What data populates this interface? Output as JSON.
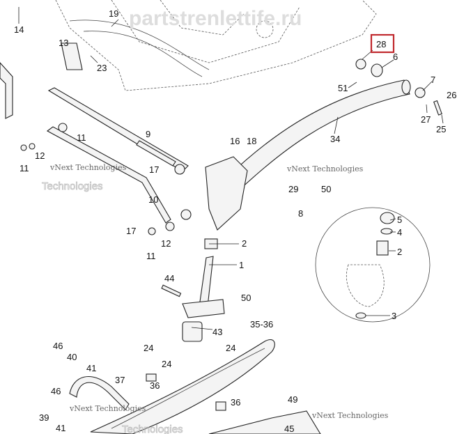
{
  "diagram": {
    "highlight_color": "#c0282d",
    "highlighted_label": "28",
    "labels": [
      "14",
      "19",
      "13",
      "23",
      "28",
      "6",
      "51",
      "7",
      "26",
      "27",
      "25",
      "34",
      "11",
      "11",
      "12",
      "9",
      "17",
      "16",
      "18",
      "10",
      "29",
      "50",
      "8",
      "5",
      "4",
      "2",
      "2",
      "1",
      "17",
      "12",
      "11",
      "44",
      "50",
      "3",
      "43",
      "35-36",
      "24",
      "24",
      "46",
      "40",
      "41",
      "37",
      "24",
      "36",
      "46",
      "39",
      "41",
      "36",
      "49",
      "45"
    ],
    "watermarks": [
      "vNext Technologies",
      "Technologies",
      "vNext Technologies",
      "vNext Technologies",
      "vNext Technologies",
      "Technologies"
    ],
    "site_watermark": "partstrenlettife.ru"
  }
}
